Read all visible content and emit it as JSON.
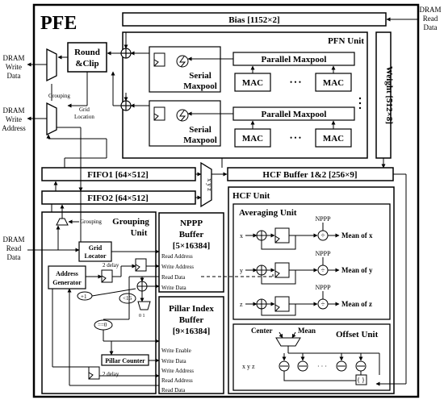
{
  "title": "PFE",
  "external": {
    "dram_read_top": [
      "DRAM",
      "Read",
      "Data"
    ],
    "dram_write_data": [
      "DRAM",
      "Write",
      "Data"
    ],
    "dram_write_address": [
      "DRAM",
      "Write",
      "Address"
    ],
    "dram_read_left": [
      "DRAM",
      "Read",
      "Data"
    ],
    "grouping_label": "Grouping",
    "grid_location_label": [
      "Grid",
      "Location"
    ]
  },
  "blocks": {
    "bias": "Bias [1152×2]",
    "pfn_unit": "PFN Unit",
    "weight": "Weight [512×8]",
    "round_clip": [
      "Round",
      "&Clip"
    ],
    "parallel_maxpool": "Parallel Maxpool",
    "serial_maxpool": [
      "Serial",
      "Maxpool"
    ],
    "mac": "MAC",
    "dots": "• • •",
    "fifo1": "FIFO1 [64×512]",
    "fifo2": "FIFO2 [64×512]",
    "xyz_mux": "x y z",
    "hcf_buffer": "HCF Buffer 1&2 [256×9]",
    "hcf_unit": "HCF Unit",
    "grouping_unit": [
      "Grouping",
      "Unit"
    ],
    "nppp_buffer": [
      "NPPP",
      "Buffer",
      "[5×16384]"
    ],
    "pillar_index_buffer": [
      "Pillar Index",
      "Buffer",
      "[9×16384]"
    ],
    "averaging_unit": "Averaging Unit",
    "offset_unit": "Offset Unit",
    "grid_locator": [
      "Grid",
      "Locator"
    ],
    "address_generator": [
      "Address",
      "Generator"
    ],
    "pillar_counter": "Pillar Counter"
  },
  "labels": {
    "two_delay": "2 delay",
    "plus_one": "+1",
    "lt16": "<16",
    "eq0": "==0",
    "grouping_small": "Grouping",
    "nppp": "NPPP",
    "mean_x": "Mean of x",
    "mean_y": "Mean of y",
    "mean_z": "Mean of z",
    "x": "x",
    "y": "y",
    "z": "z",
    "center": "Center",
    "mean": "Mean",
    "xyz": "x  y  z",
    "mux_sel": "0  1",
    "nppp_ports": [
      "Read Address",
      "Write Address",
      "Read Data",
      "Write Data"
    ],
    "pib_ports": [
      "Write Enable",
      "Write Data",
      "Write Address",
      "Read Address",
      "Read Data"
    ]
  },
  "colors": {
    "line": "#000000",
    "background": "#ffffff"
  }
}
